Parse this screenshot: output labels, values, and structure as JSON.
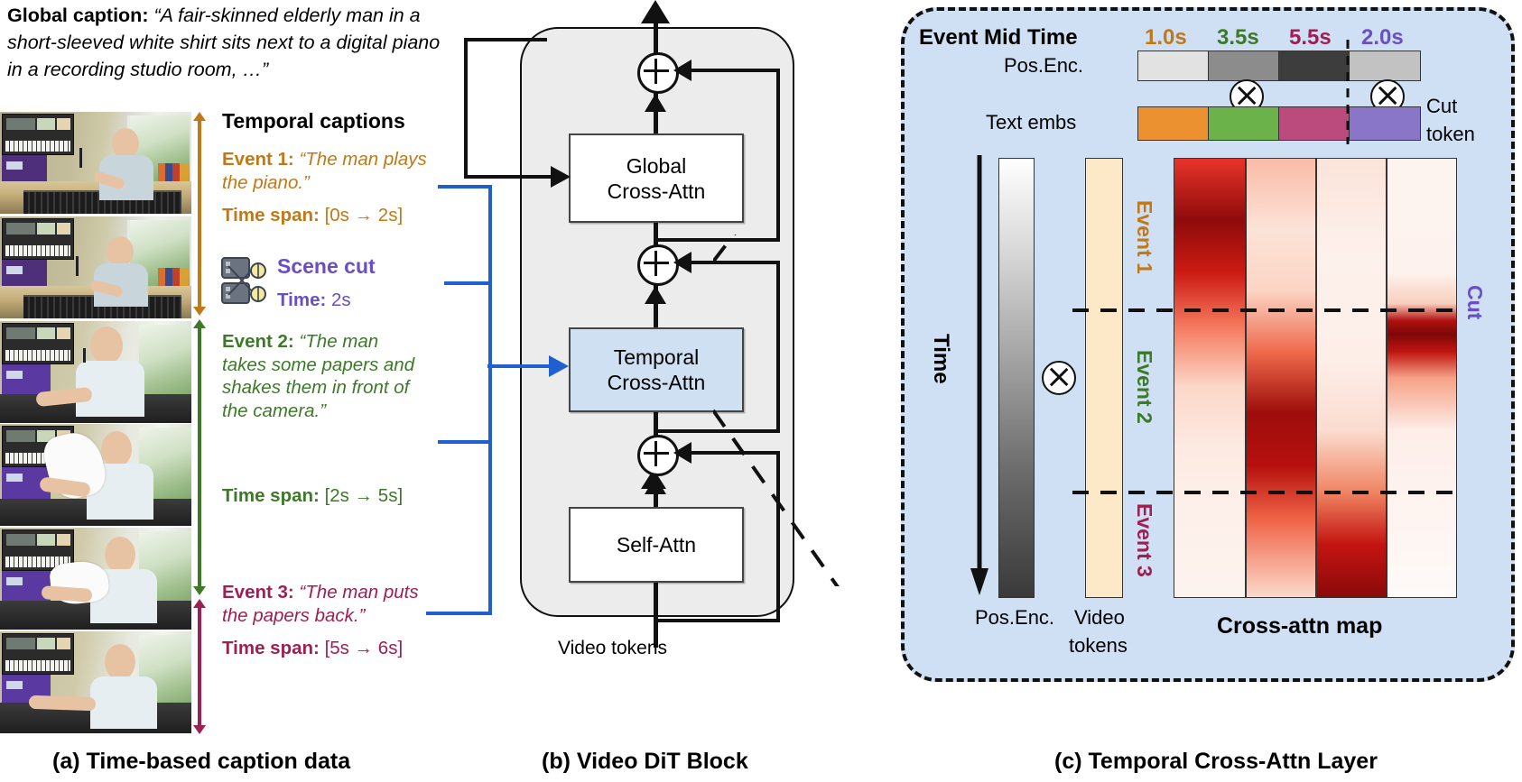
{
  "figure": {
    "panel_captions": [
      "(a) Time-based caption data",
      "(b) Video DiT Block",
      "(c) Temporal Cross-Attn Layer"
    ]
  },
  "panel_a": {
    "global_caption": {
      "label": "Global caption",
      "colon": ": ",
      "text": "“A fair-skinned elderly man in a short-sleeved white shirt sits next to a digital piano in a recording studio room, …”"
    },
    "section_title": "Temporal captions",
    "events": [
      {
        "name": "Event 1",
        "caption": "“The man plays the piano.”",
        "time_span_label": "Time span",
        "time_span": "[0s → 2s]",
        "color": "#c07818"
      },
      {
        "name": "Event 2",
        "caption": "“The man takes some papers and shakes them in front of the camera.”",
        "time_span_label": "Time span",
        "time_span": "[2s → 5s]",
        "color": "#3c7a28"
      },
      {
        "name": "Event 3",
        "caption": "“The man puts the papers back.”",
        "time_span_label": "Time span",
        "time_span": "[5s → 6s]",
        "color": "#9e1f52"
      }
    ],
    "scene_cut": {
      "title": "Scene cut",
      "time_label": "Time",
      "time_value": "2s",
      "color": "#6a4fc4",
      "icon": "scissors-clapperboard-icon"
    },
    "connector_color": "#1f5fd0"
  },
  "panel_b": {
    "blocks": [
      {
        "id": "global-cross-attn",
        "label": "Global\nCross-Attn",
        "line1": "Global",
        "line2": "Cross-Attn",
        "fill": "#ffffff"
      },
      {
        "id": "temporal-cross-attn",
        "label": "Temporal\nCross-Attn",
        "line1": "Temporal",
        "line2": "Cross-Attn",
        "fill": "#cfe0f2"
      },
      {
        "id": "self-attn",
        "label": "Self-Attn",
        "line1": "Self-Attn",
        "line2": "",
        "fill": "#ffffff"
      }
    ],
    "input_label": "Video tokens",
    "residual_op": "⊕",
    "accent_blue": "#1f5fd0"
  },
  "panel_c": {
    "event_mid_time_label": "Event Mid Time",
    "event_mid_times": [
      {
        "value": "1.0s",
        "color": "#c07818"
      },
      {
        "value": "3.5s",
        "color": "#3c7a28"
      },
      {
        "value": "5.5s",
        "color": "#9e1f52"
      },
      {
        "value": "2.0s",
        "color": "#6a4fc4"
      }
    ],
    "pos_enc_label": "Pos.Enc.",
    "pos_enc_colors": [
      "#e2e2e2",
      "#8c8c8c",
      "#3d3d3d",
      "#c2c2c2"
    ],
    "text_embs_label": "Text embs",
    "text_emb_colors": [
      "#eb9130",
      "#6cb24a",
      "#bb4a7d",
      "#8a76c8"
    ],
    "cut_token_label_line1": "Cut",
    "cut_token_label_line2": "token",
    "multiply_op": "⊗",
    "time_axis_label": "Time",
    "pos_enc_bottom_label": "Pos.Enc.",
    "video_tokens_label_line1": "Video",
    "video_tokens_label_line2": "tokens",
    "video_token_fill": "#fde8c8",
    "row_labels": [
      {
        "text": "Event 1",
        "color": "#c07818"
      },
      {
        "text": "Event 2",
        "color": "#3c7a28"
      },
      {
        "text": "Event 3",
        "color": "#9e1f52"
      }
    ],
    "cut_marker_label": "Cut",
    "cut_marker_color": "#6a4fc4",
    "map_title": "Cross-attn map",
    "panel_fill": "#cfe0f5"
  },
  "chart_data": {
    "type": "heatmap",
    "title": "Cross-attn map",
    "xlabel": "Text embs (events + cut token)",
    "ylabel": "Time (video tokens)",
    "columns": [
      "Event 1 emb (1.0s)",
      "Event 2 emb (3.5s)",
      "Event 3 emb (5.5s)",
      "Cut token (2.0s)"
    ],
    "row_bands": [
      "Event 1",
      "Event 2",
      "Event 3"
    ],
    "band_boundaries_frac": [
      0.0,
      0.365,
      0.79,
      1.0
    ],
    "colormap": "Reds",
    "values": [
      {
        "column": 0,
        "peak_frac": 0.15,
        "peak_value": 1.0,
        "spread": 0.18
      },
      {
        "column": 1,
        "peak_frac": 0.58,
        "peak_value": 1.0,
        "spread": 0.18
      },
      {
        "column": 2,
        "peak_frac": 0.9,
        "peak_value": 1.0,
        "spread": 0.13
      },
      {
        "column": 3,
        "peak_frac": 0.365,
        "peak_value": 1.0,
        "spread": 0.07
      }
    ],
    "annotations": [
      "Cut"
    ],
    "grid": true,
    "legend": "none"
  }
}
